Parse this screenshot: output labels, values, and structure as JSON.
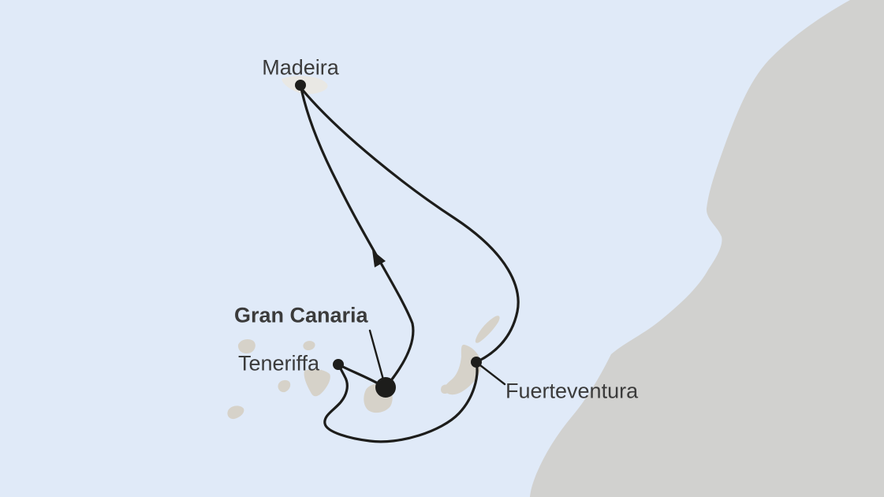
{
  "map": {
    "ports": [
      {
        "name": "Madeira",
        "marker": "small-dot",
        "label_style": "regular"
      },
      {
        "name": "Gran Canaria",
        "marker": "large-dot",
        "label_style": "bold"
      },
      {
        "name": "Teneriffa",
        "marker": "small-dot",
        "label_style": "regular"
      },
      {
        "name": "Fuerteventura",
        "marker": "small-dot",
        "label_style": "regular"
      }
    ],
    "route_segments": [
      {
        "from": "Gran Canaria",
        "to": "Madeira",
        "direction_arrow": true
      },
      {
        "from": "Madeira",
        "to": "Fuerteventura",
        "direction_arrow": false
      },
      {
        "from": "Fuerteventura",
        "to": "Teneriffa",
        "direction_arrow": false
      },
      {
        "from": "Teneriffa",
        "to": "Gran Canaria",
        "direction_arrow": false
      }
    ]
  },
  "colors": {
    "sea": "#e0eaf8",
    "mainland": "#d1d1cf",
    "island": "#d6d2c9",
    "faint_island": "#e9e8e4",
    "route": "#1d1d1b",
    "label_text": "#3b3b3b"
  }
}
